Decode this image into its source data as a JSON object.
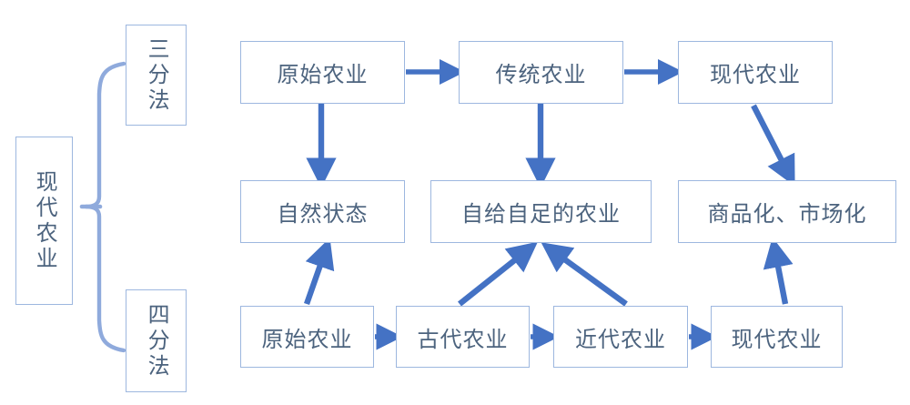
{
  "diagram": {
    "title_implicit": "现代农业分类与演进示意图",
    "colors": {
      "arrow": "#4472C4",
      "box_border": "#9DB7DF",
      "text": "#4C637E",
      "brace": "#8FAADC",
      "background": "#FFFFFF"
    },
    "left_group": {
      "root": {
        "label": "现代农业",
        "orientation": "vertical"
      },
      "branches": [
        {
          "label": "三分法",
          "orientation": "vertical",
          "position": "top"
        },
        {
          "label": "四分法",
          "orientation": "vertical",
          "position": "bottom"
        }
      ],
      "connector": "left-curly-brace"
    },
    "three_way": {
      "name": "三分法",
      "stages": [
        {
          "label": "原始农业",
          "attribute": "自然状态"
        },
        {
          "label": "传统农业",
          "attribute": "自给自足的农业"
        },
        {
          "label": "现代农业",
          "attribute": "商品化、市场化"
        }
      ]
    },
    "four_way": {
      "name": "四分法",
      "stages": [
        {
          "label": "原始农业"
        },
        {
          "label": "古代农业"
        },
        {
          "label": "近代农业"
        },
        {
          "label": "现代农业"
        }
      ]
    },
    "attributes_row": [
      {
        "label": "自然状态"
      },
      {
        "label": "自给自足的农业"
      },
      {
        "label": "商品化、市场化"
      }
    ],
    "edges": [
      {
        "from": "原始农业(上)",
        "to": "传统农业",
        "kind": "horizontal-arrow"
      },
      {
        "from": "传统农业",
        "to": "现代农业(上)",
        "kind": "horizontal-arrow"
      },
      {
        "from": "原始农业(上)",
        "to": "自然状态",
        "kind": "vertical-arrow"
      },
      {
        "from": "传统农业",
        "to": "自给自足的农业",
        "kind": "vertical-arrow"
      },
      {
        "from": "现代农业(上)",
        "to": "商品化、市场化",
        "kind": "diagonal-arrow"
      },
      {
        "from": "原始农业(下)",
        "to": "自然状态",
        "kind": "diagonal-arrow"
      },
      {
        "from": "古代农业",
        "to": "自给自足的农业",
        "kind": "diagonal-arrow"
      },
      {
        "from": "近代农业",
        "to": "自给自足的农业",
        "kind": "diagonal-arrow"
      },
      {
        "from": "现代农业(下)",
        "to": "商品化、市场化",
        "kind": "diagonal-arrow"
      },
      {
        "from": "原始农业(下)",
        "to": "古代农业",
        "kind": "horizontal-arrow"
      },
      {
        "from": "古代农业",
        "to": "近代农业",
        "kind": "horizontal-arrow"
      },
      {
        "from": "近代农业",
        "to": "现代农业(下)",
        "kind": "horizontal-arrow"
      }
    ]
  }
}
